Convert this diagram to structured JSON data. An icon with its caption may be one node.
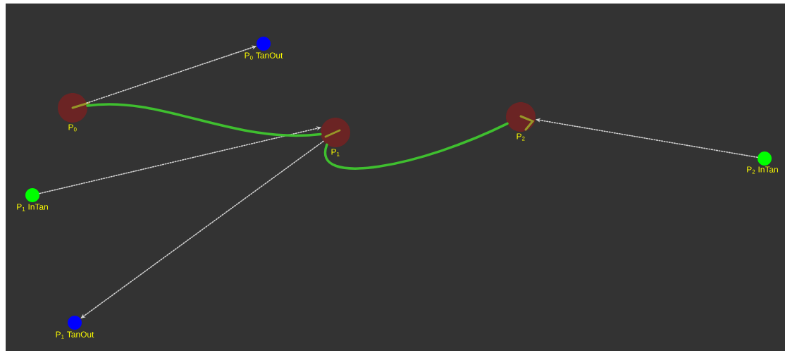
{
  "diagram": {
    "nodes": [
      {
        "text": [
          "P$_{0}$"
        ]
      },
      {
        "text": [
          "P$_{0}$ TanOut"
        ]
      },
      {
        "text": [
          "P$_{1}$"
        ]
      },
      {
        "text": [
          "P$_{1}$ InTan"
        ]
      },
      {
        "text": [
          "P$_{2}$"
        ]
      },
      {
        "text": [
          "P$_{1}$ TanOut"
        ]
      },
      {
        "text": [
          "P$_{2}$ InTan"
        ]
      }
    ],
    "edges": [
      {
        "from": 0,
        "to": 1,
        "arrow": "to",
        "style": "dashed"
      },
      {
        "from": 3,
        "to": 2,
        "arrow": "to",
        "style": "dashed"
      },
      {
        "from": 2,
        "to": 5,
        "arrow": "to",
        "style": "dashed"
      },
      {
        "from": 6,
        "to": 4,
        "arrow": "to",
        "style": "dashed"
      },
      {
        "from": 0,
        "to": 2,
        "arrow": "none",
        "style": "thick",
        "color": "#3fbf2f"
      },
      {
        "from": 2,
        "to": 4,
        "arrow": "none",
        "style": "thick",
        "color": "#3fbf2f"
      }
    ]
  }
}
